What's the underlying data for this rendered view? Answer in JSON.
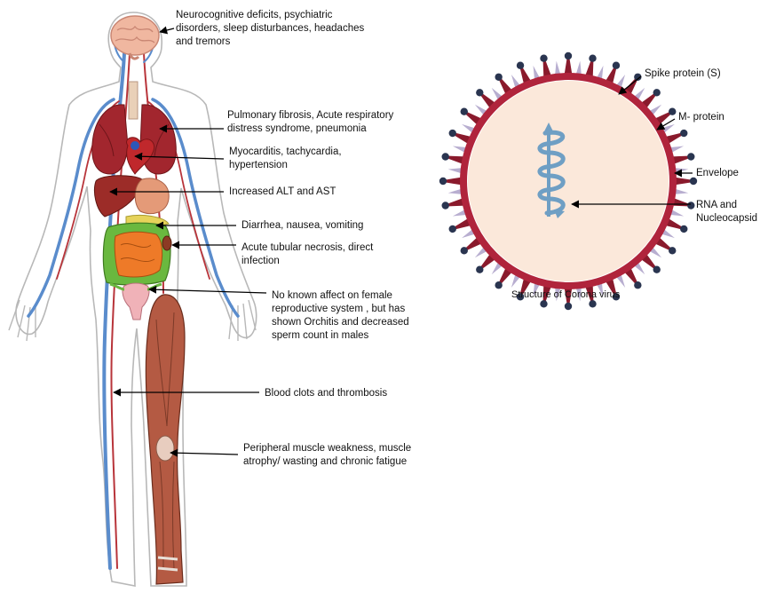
{
  "body_labels": [
    {
      "id": "brain",
      "text": "Neurocognitive deficits, psychiatric\ndisorders, sleep disturbances, headaches\nand tremors"
    },
    {
      "id": "lungs",
      "text": "Pulmonary fibrosis, Acute respiratory\ndistress syndrome, pneumonia"
    },
    {
      "id": "heart",
      "text": "Myocarditis, tachycardia,\nhypertension"
    },
    {
      "id": "liver",
      "text": "Increased ALT and AST"
    },
    {
      "id": "gi",
      "text": "Diarrhea, nausea, vomiting"
    },
    {
      "id": "kidney",
      "text": "Acute tubular necrosis, direct\ninfection"
    },
    {
      "id": "reproductive",
      "text": "No known affect on female\nreproductive system , but has\nshown Orchitis and decreased\nsperm count in males"
    },
    {
      "id": "blood",
      "text": "Blood clots and thrombosis"
    },
    {
      "id": "muscle",
      "text": "Peripheral muscle weakness, muscle\natrophy/ wasting and chronic fatigue"
    }
  ],
  "virus_labels": [
    {
      "id": "spike",
      "text": "Spike protein (S)"
    },
    {
      "id": "mprotein",
      "text": "M- protein"
    },
    {
      "id": "envelope",
      "text": "Envelope"
    },
    {
      "id": "rna",
      "text": "RNA and\nNucleocapsid"
    }
  ],
  "virus_caption": "Structure of Corona virus",
  "colors": {
    "envelope": "#b0243c",
    "core": "#fbe8da",
    "spike": "#2a3550",
    "mprotein": "#b8aed0",
    "rna": "#6f9fc4",
    "muscle": "#b45a43",
    "lungs": "#a2262e",
    "intestine": "#6ab83f",
    "colon": "#ee7a28"
  }
}
